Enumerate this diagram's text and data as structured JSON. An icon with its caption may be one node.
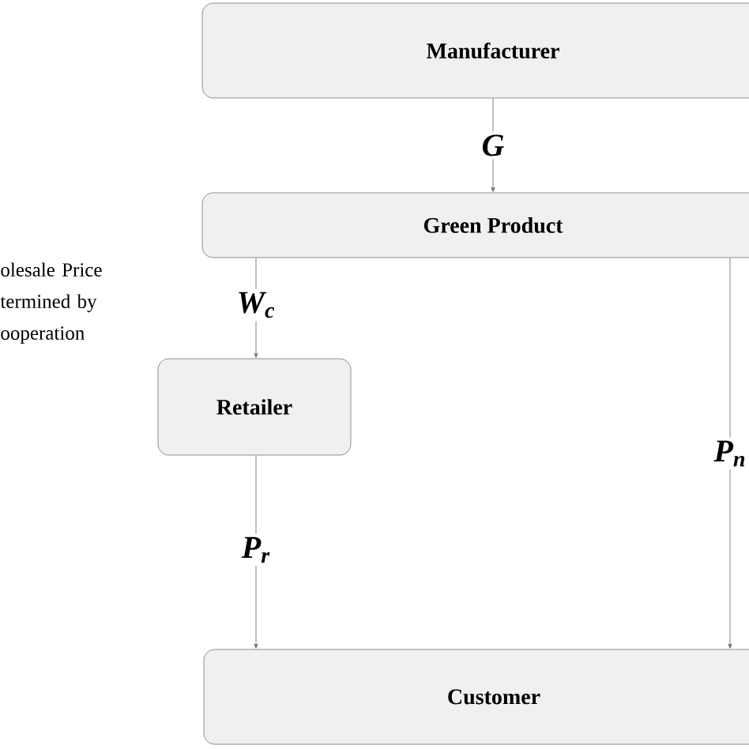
{
  "diagram": {
    "nodes": [
      {
        "text": [
          "Manufacturer"
        ]
      },
      {
        "text": [
          "Green Product"
        ]
      },
      {
        "text": [
          "Retailer"
        ]
      },
      {
        "text": [
          "Customer"
        ]
      }
    ],
    "edges": [
      {
        "from": 0,
        "to": 1,
        "arrow": "to",
        "label": "G"
      },
      {
        "from": 1,
        "to": 2,
        "arrow": "to",
        "label": "W$_{c}$"
      },
      {
        "from": 2,
        "to": 3,
        "arrow": "to",
        "label": "P$_{r}$"
      },
      {
        "from": 1,
        "to": 3,
        "arrow": "to",
        "label": "P$_{n}$"
      }
    ],
    "labels": [
      "olesale Price termined by ooperation"
    ]
  }
}
